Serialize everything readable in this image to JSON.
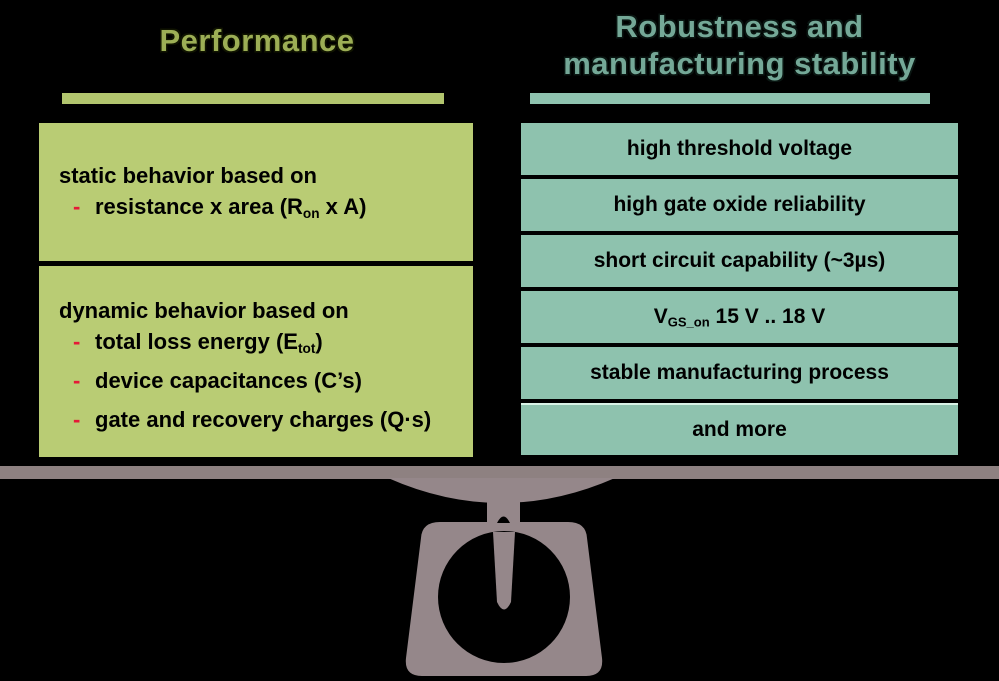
{
  "colors": {
    "background": "#000000",
    "left_box": "#b9cc74",
    "left_rule": "#b2c56e",
    "left_title_text": "#9cae55",
    "right_box": "#8ec2ae",
    "right_rule": "#8fc3af",
    "right_title_text": "#74a897",
    "bullet_dash_red": "#e51937",
    "body_text": "#000000",
    "beam_gray": "#8e8181",
    "scale_gray": "#95878a"
  },
  "left": {
    "title": "Performance",
    "bullet_dash": "-",
    "boxes": [
      {
        "heading": "static behavior based on",
        "bullets": [
          {
            "pre": "resistance x area (R",
            "sub": "on",
            "post": " x A)"
          }
        ]
      },
      {
        "heading": "dynamic behavior based on",
        "bullets": [
          {
            "pre": "total loss energy (E",
            "sub": "tot",
            "post": ")"
          },
          {
            "pre": "device capacitances (C’s)",
            "sub": "",
            "post": ""
          },
          {
            "pre": "gate and recovery charges (Q·s)",
            "sub": "",
            "post": ""
          }
        ]
      }
    ]
  },
  "right": {
    "title_line1": "Robustness and",
    "title_line2": "manufacturing stability",
    "rows": [
      {
        "pre": "high threshold voltage",
        "sub": "",
        "post": ""
      },
      {
        "pre": "high gate oxide reliability",
        "sub": "",
        "post": ""
      },
      {
        "pre": "short circuit capability (~3µs)",
        "sub": "",
        "post": ""
      },
      {
        "pre": "V",
        "sub": "GS_on",
        "post": " 15 V .. 18 V"
      },
      {
        "pre": "stable manufacturing process",
        "sub": "",
        "post": ""
      },
      {
        "pre": "and more",
        "sub": "",
        "post": ""
      }
    ]
  },
  "scale": {
    "label": "balance-scale"
  }
}
